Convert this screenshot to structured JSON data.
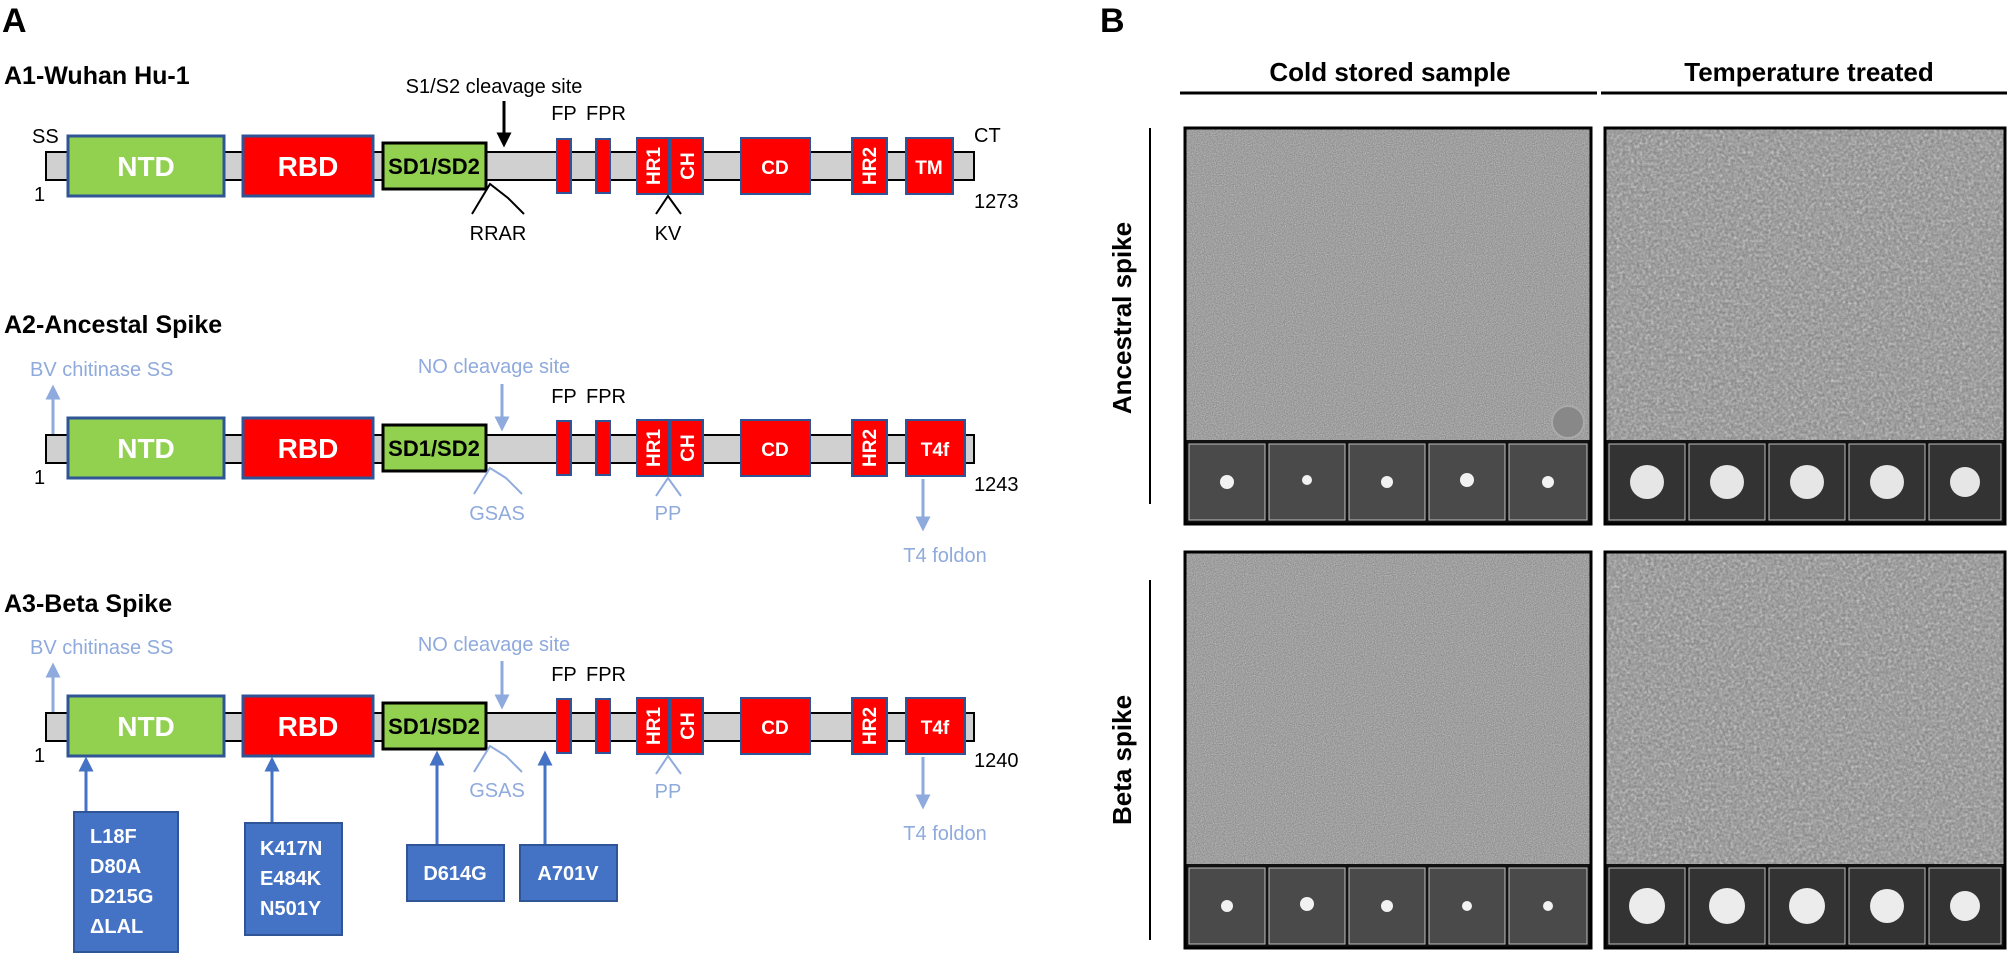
{
  "panel_a": {
    "letter": "A",
    "rows": [
      {
        "title": "A1-Wuhan Hu-1",
        "left_label": "SS",
        "start": "1",
        "end": "1273",
        "right_label": "CT",
        "cleavage_label": "S1/S2 cleavage site",
        "fp": "FP",
        "fpr": "FPR",
        "motif_left": "RRAR",
        "motif_right": "KV",
        "domains": {
          "ntd": "NTD",
          "rbd": "RBD",
          "sd": "SD1/SD2",
          "hr1": "HR1",
          "ch": "CH",
          "cd": "CD",
          "hr2": "HR2",
          "tail": "TM"
        }
      },
      {
        "title": "A2-Ancestal Spike",
        "ss_label": "BV chitinase SS",
        "start": "1",
        "end": "1243",
        "cleavage_label": "NO cleavage site",
        "fp": "FP",
        "fpr": "FPR",
        "motif_left": "GSAS",
        "motif_right": "PP",
        "foldon": "T4 foldon",
        "domains": {
          "ntd": "NTD",
          "rbd": "RBD",
          "sd": "SD1/SD2",
          "hr1": "HR1",
          "ch": "CH",
          "cd": "CD",
          "hr2": "HR2",
          "tail": "T4f"
        }
      },
      {
        "title": "A3-Beta Spike",
        "ss_label": "BV chitinase SS",
        "start": "1",
        "end": "1240",
        "cleavage_label": "NO cleavage site",
        "fp": "FP",
        "fpr": "FPR",
        "motif_left": "GSAS",
        "motif_right": "PP",
        "foldon": "T4 foldon",
        "domains": {
          "ntd": "NTD",
          "rbd": "RBD",
          "sd": "SD1/SD2",
          "hr1": "HR1",
          "ch": "CH",
          "cd": "CD",
          "hr2": "HR2",
          "tail": "T4f"
        }
      }
    ],
    "mutations": [
      {
        "lines": [
          "L18F",
          "D80A",
          "D215G",
          "ΔLAL"
        ]
      },
      {
        "lines": [
          "K417N",
          "E484K",
          "N501Y"
        ]
      },
      {
        "lines": [
          "D614G"
        ]
      },
      {
        "lines": [
          "A701V"
        ]
      }
    ],
    "colors": {
      "green": "#92D050",
      "red": "#FF0000",
      "grey": "#D0D0D0",
      "navy": "#2F5597",
      "light_blue": "#8FAADC",
      "mut_box": "#4472C4"
    }
  },
  "panel_b": {
    "letter": "B",
    "columns": [
      "Cold stored sample",
      "Temperature treated"
    ],
    "rows": [
      "Ancestral spike",
      "Beta spike"
    ]
  }
}
